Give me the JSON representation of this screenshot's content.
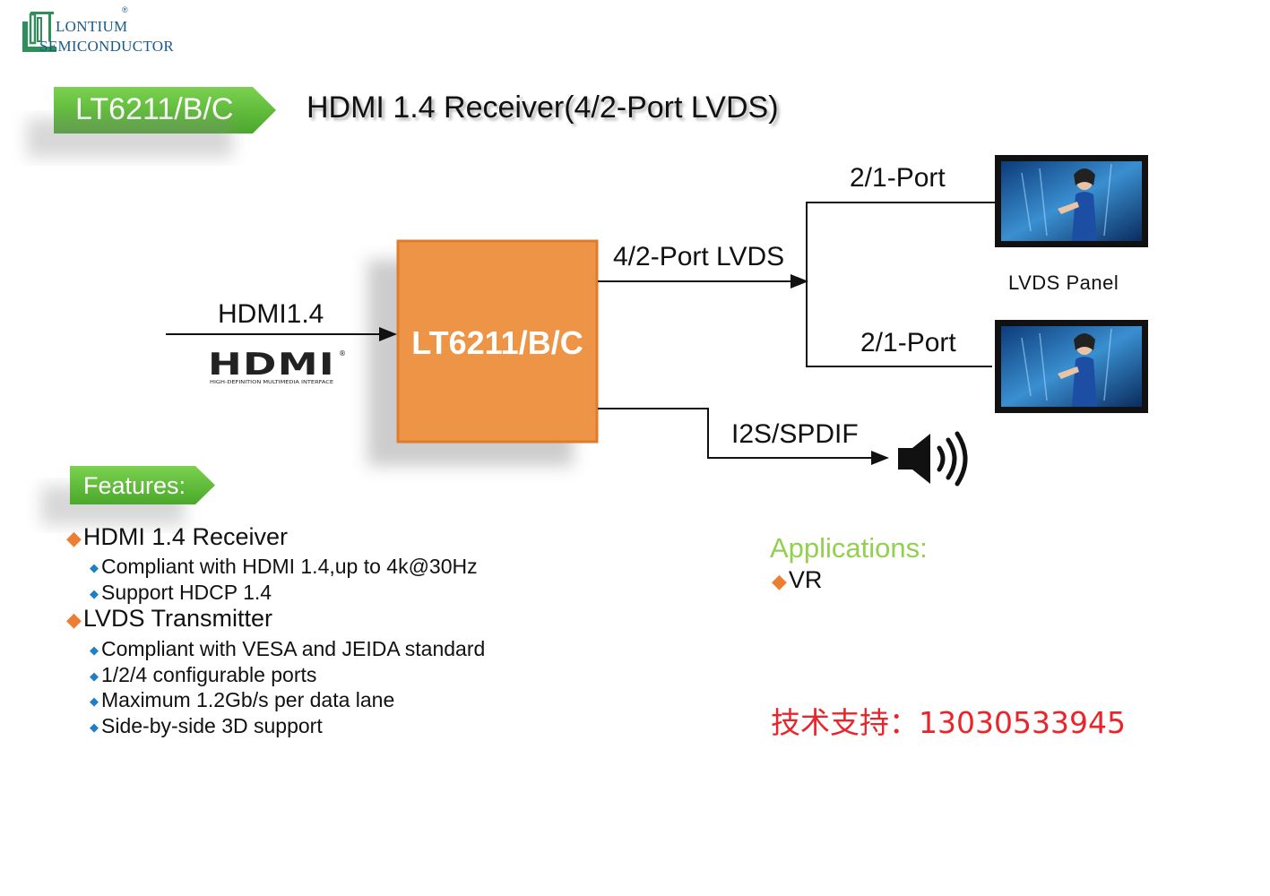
{
  "logo": {
    "line1": "LONTIUM",
    "line2": "SEMICONDUCTOR",
    "registered": "®"
  },
  "title": {
    "tag": "LT6211/B/C",
    "text": "HDMI 1.4 Receiver(4/2-Port LVDS)",
    "tag_color": "#5db837"
  },
  "diagram": {
    "chip_label": "LT6211/B/C",
    "chip_color": "#ed9446",
    "input_label": "HDMI1.4",
    "lvds_label": "4/2-Port LVDS",
    "port_top_label": "2/1-Port",
    "port_bottom_label": "2/1-Port",
    "panel_label": "LVDS  Panel",
    "audio_label": "I2S/SPDIF",
    "hdmi_logo_text": "HDMI",
    "hdmi_logo_subtext": "HIGH-DEFINITION MULTIMEDIA INTERFACE"
  },
  "features": {
    "tag": "Features:",
    "groups": [
      {
        "title": "HDMI 1.4 Receiver",
        "items": [
          "Compliant with HDMI 1.4,up to 4k@30Hz",
          "Support HDCP 1.4"
        ]
      },
      {
        "title": "LVDS Transmitter",
        "items": [
          "Compliant with VESA and JEIDA standard",
          "1/2/4 configurable ports",
          "Maximum 1.2Gb/s per data lane",
          "Side-by-side 3D support"
        ]
      }
    ]
  },
  "applications": {
    "title": "Applications:",
    "items": [
      "VR"
    ]
  },
  "support": "技术支持：13030533945",
  "colors": {
    "accent_orange": "#ed7d31",
    "bullet_blue": "#1f7fc4",
    "apps_green": "#92d050",
    "support_red": "#e8252a"
  }
}
